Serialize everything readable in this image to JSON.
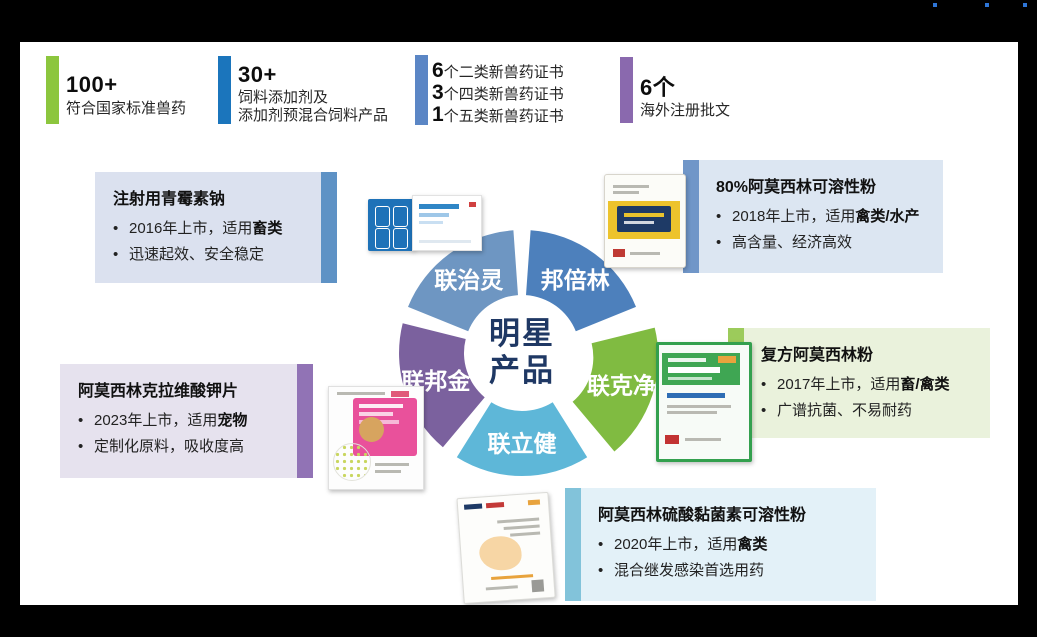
{
  "window": {
    "background": "#000000",
    "canvas_background": "#ffffff",
    "artifact_dot_color": "#2e75d6"
  },
  "stats": [
    {
      "name": "standard-drugs",
      "bar_color": "#8cc63e",
      "number": "100+",
      "lines": [
        "符合国家标准兽药"
      ]
    },
    {
      "name": "feed-additives",
      "bar_color": "#1b75bc",
      "number": "30+",
      "lines": [
        "饲料添加剂及",
        "添加剂预混合饲料产品"
      ]
    },
    {
      "name": "new-drug-certificates",
      "bar_color": "#5b86c5",
      "items": [
        {
          "num": "6",
          "text": "个二类新兽药证书"
        },
        {
          "num": "3",
          "text": "个四类新兽药证书"
        },
        {
          "num": "1",
          "text": "个五类新兽药证书"
        }
      ]
    },
    {
      "name": "overseas-registrations",
      "bar_color": "#8a69ae",
      "number": "6个",
      "lines": [
        "海外注册批文"
      ]
    }
  ],
  "donut": {
    "center_line1": "明星",
    "center_line2": "产品",
    "center_text_color": "#1f3864",
    "label_color": "#ffffff",
    "segments": [
      {
        "label": "邦倍林",
        "color": "#4d80bc",
        "start": 4,
        "end": 68,
        "explode": 0
      },
      {
        "label": "联克净",
        "color": "#80bb41",
        "start": 76,
        "end": 140,
        "explode": 14
      },
      {
        "label": "联立健",
        "color": "#5eb7d8",
        "start": 148,
        "end": 212,
        "explode": 0
      },
      {
        "label": "联邦金",
        "color": "#7b619e",
        "start": 220,
        "end": 284,
        "explode": 0
      },
      {
        "label": "联治灵",
        "color": "#6e96c2",
        "start": 292,
        "end": 356,
        "explode": 0
      }
    ]
  },
  "callouts": [
    {
      "name": "penicillin-injection",
      "bg": "#dbe1ef",
      "stripe": "#5e92c5",
      "stripe_side": "right",
      "title": "注射用青霉素钠",
      "bullets": [
        {
          "text": "2016年上市，适用",
          "bold": "畜类"
        },
        {
          "text": "迅速起效、安全稳定",
          "bold": ""
        }
      ]
    },
    {
      "name": "amoxicillin-soluble-powder",
      "bg": "#dce6f2",
      "stripe": "#7096c8",
      "stripe_side": "left",
      "title": "80%阿莫西林可溶性粉",
      "bullets": [
        {
          "text": "2018年上市，适用",
          "bold": "禽类/水产"
        },
        {
          "text": "高含量、经济高效",
          "bold": ""
        }
      ]
    },
    {
      "name": "compound-amoxicillin-powder",
      "bg": "#eaf2dc",
      "stripe": "#9ccb5b",
      "stripe_side": "left",
      "title": "复方阿莫西林粉",
      "bullets": [
        {
          "text": "2017年上市，适用",
          "bold": "畜/禽类"
        },
        {
          "text": "广谱抗菌、不易耐药",
          "bold": ""
        }
      ]
    },
    {
      "name": "amoxicillin-clavulanate-tablets",
      "bg": "#e6e2ee",
      "stripe": "#9173b5",
      "stripe_side": "right",
      "title": "阿莫西林克拉维酸钾片",
      "bullets": [
        {
          "text": "2023年上市，适用",
          "bold": "宠物"
        },
        {
          "text": "定制化原料，吸收度高",
          "bold": ""
        }
      ]
    },
    {
      "name": "amoxicillin-colistin-powder",
      "bg": "#e3f1f8",
      "stripe": "#82c3da",
      "stripe_side": "left",
      "title": "阿莫西林硫酸黏菌素可溶性粉",
      "bullets": [
        {
          "text": "2020年上市，适用",
          "bold": "禽类"
        },
        {
          "text": "混合继发感染首选用药",
          "bold": ""
        }
      ]
    }
  ],
  "products": [
    {
      "name": "product-penicillin-box"
    },
    {
      "name": "product-amoxicillin-sachet"
    },
    {
      "name": "product-compound-amoxicillin-sachet"
    },
    {
      "name": "product-pet-tablets-box"
    },
    {
      "name": "product-colistin-sachet"
    }
  ]
}
